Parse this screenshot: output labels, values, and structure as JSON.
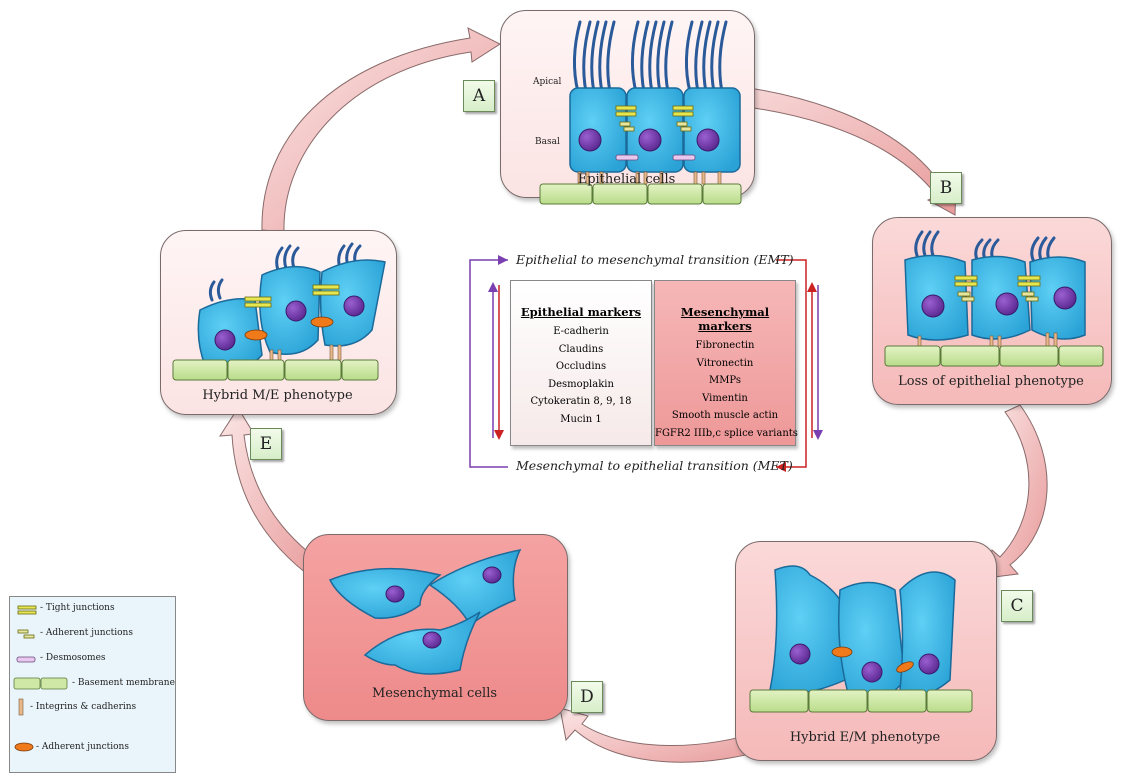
{
  "panels": {
    "a_label": "Epithelial cells",
    "b_label": "Loss of epithelial phenotype",
    "c_label": "Hybrid E/M phenotype",
    "d_label": "Mesenchymal cells",
    "e_label": "Hybrid M/E phenotype",
    "apical": "Apical",
    "basal": "Basal"
  },
  "letters": {
    "a": "A",
    "b": "B",
    "c": "C",
    "d": "D",
    "e": "E"
  },
  "transitions": {
    "emt_prefix": "Epithelial to mesenchymal transition (",
    "emt_abbr": "EMT",
    "met_prefix": "Mesenchymal to epithelial transition (",
    "met_abbr": "MET",
    "close": ")"
  },
  "epithelial_markers": {
    "title": "Epithelial markers",
    "items": [
      "E-cadherin",
      "Claudins",
      "Occludins",
      "Desmoplakin",
      "Cytokeratin 8, 9, 18",
      "Mucin 1"
    ]
  },
  "mesenchymal_markers": {
    "title": "Mesenchymal markers",
    "items": [
      "Fibronectin",
      "Vitronectin",
      "MMPs",
      "Vimentin",
      "Smooth muscle actin",
      "FGFR2 IIIb,c splice variants"
    ]
  },
  "legend": {
    "items": [
      "- Tight junctions",
      "- Adherent junctions",
      "- Desmosomes",
      "- Basement membrane",
      "- Integrins & cadherins",
      "- Adherent junctions"
    ]
  },
  "colors": {
    "cell": "#3bb7e8",
    "nucleus": "#7b3fb0",
    "membrane": "#cfe8a6",
    "tight": "#e6e650",
    "desmosome": "#e8c8ee",
    "adherent_oval": "#f07a1a",
    "integrin": "#e8b88a",
    "emt_arrow": "#7a3fb0",
    "met_arrow": "#cc2222"
  }
}
